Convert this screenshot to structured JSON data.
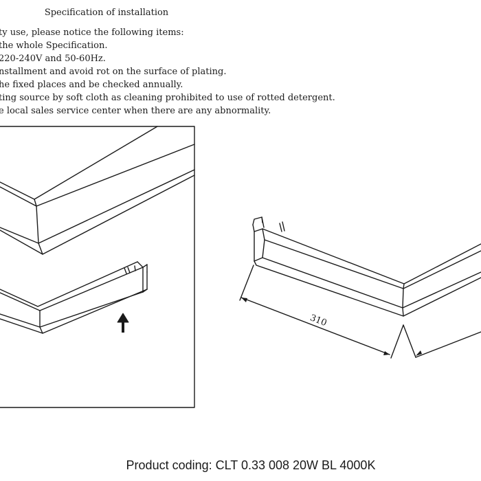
{
  "document": {
    "title": "Specification of installation",
    "spec_lines": [
      "ty use, please notice the following items:",
      "the whole Specification.",
      "220-240V and 50-60Hz.",
      "nstallment and avoid rot on the surface of plating.",
      "he fixed places and be checked annually.",
      "ting source by soft cloth as cleaning prohibited to use of rotted detergent.",
      "e local sales service center when there are any abnormality."
    ],
    "dimension_label": "310",
    "product_coding": "Product coding: CLT 0.33 008 20W BL 4000K"
  },
  "colors": {
    "ink": "#1a1a1a",
    "background": "#ffffff"
  }
}
